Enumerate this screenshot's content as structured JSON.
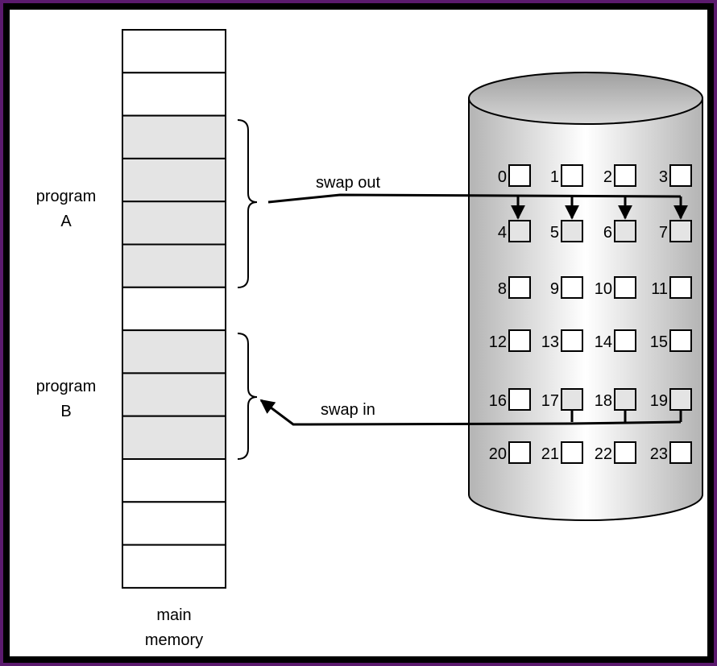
{
  "memory": {
    "label_line1": "main",
    "label_line2": "memory",
    "blocks": [
      "empty",
      "empty",
      "used",
      "used",
      "used",
      "used",
      "empty",
      "used",
      "used",
      "used",
      "empty",
      "empty",
      "empty"
    ]
  },
  "programs": [
    {
      "line1": "program",
      "line2": "A"
    },
    {
      "line1": "program",
      "line2": "B"
    }
  ],
  "swap_out_label": "swap out",
  "swap_in_label": "swap in",
  "disk": {
    "blocks": [
      {
        "n": "0",
        "used": false
      },
      {
        "n": "1",
        "used": false
      },
      {
        "n": "2",
        "used": false
      },
      {
        "n": "3",
        "used": false
      },
      {
        "n": "4",
        "used": true
      },
      {
        "n": "5",
        "used": true
      },
      {
        "n": "6",
        "used": true
      },
      {
        "n": "7",
        "used": true
      },
      {
        "n": "8",
        "used": false
      },
      {
        "n": "9",
        "used": false
      },
      {
        "n": "10",
        "used": false
      },
      {
        "n": "11",
        "used": false
      },
      {
        "n": "12",
        "used": false
      },
      {
        "n": "13",
        "used": false
      },
      {
        "n": "14",
        "used": false
      },
      {
        "n": "15",
        "used": false
      },
      {
        "n": "16",
        "used": false
      },
      {
        "n": "17",
        "used": true
      },
      {
        "n": "18",
        "used": true
      },
      {
        "n": "19",
        "used": true
      },
      {
        "n": "20",
        "used": false
      },
      {
        "n": "21",
        "used": false
      },
      {
        "n": "22",
        "used": false
      },
      {
        "n": "23",
        "used": false
      }
    ]
  },
  "colors": {
    "used_fill": "#e4e4e4",
    "empty_fill": "#ffffff",
    "frame": "#5b1a6e"
  }
}
